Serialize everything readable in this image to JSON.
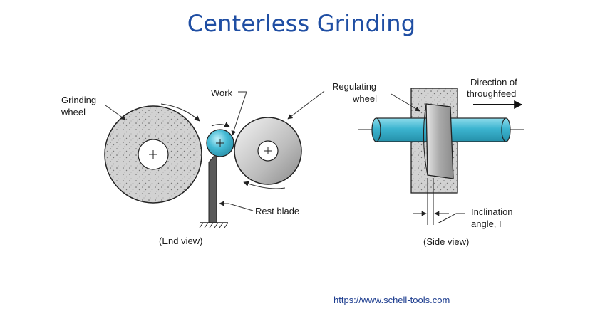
{
  "title": "Centerless Grinding",
  "labels": {
    "grinding_wheel": [
      "Grinding",
      "wheel"
    ],
    "work": "Work",
    "rest_blade": "Rest blade",
    "end_view": "(End view)",
    "regulating_wheel": [
      "Regulating",
      "wheel"
    ],
    "direction": [
      "Direction of",
      "throughfeed"
    ],
    "inclination": [
      "Inclination",
      "angle, I"
    ],
    "side_view": "(Side view)"
  },
  "source_url": "https://www.schell-tools.com",
  "colors": {
    "title": "#1f4ea3",
    "work": "#3cb4cf",
    "wheel": "#cfcfcf",
    "outline": "#222222",
    "url": "#1d3d8f"
  }
}
